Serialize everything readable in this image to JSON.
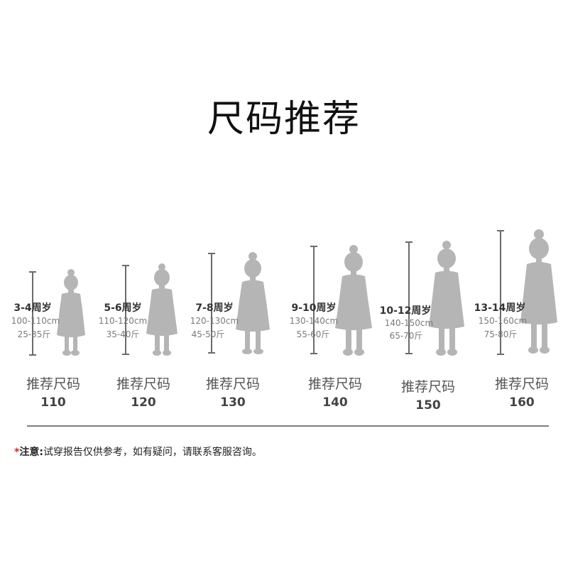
{
  "title": "尺码推荐",
  "recommend_label": "推荐尺码",
  "columns": [
    {
      "age": "3-4周岁",
      "height": "100-110cm",
      "weight": "25-35斤",
      "size": "110"
    },
    {
      "age": "5-6周岁",
      "height": "110-120cm",
      "weight": "35-40斤",
      "size": "120"
    },
    {
      "age": "7-8周岁",
      "height": "120-130cm",
      "weight": "45-50斤",
      "size": "130"
    },
    {
      "age": "9-10周岁",
      "height": "130-140cm",
      "weight": "55-60斤",
      "size": "140"
    },
    {
      "age": "10-12周岁",
      "height": "140-150cm",
      "weight": "65-70斤",
      "size": "150"
    },
    {
      "age": "13-14周岁",
      "height": "150-160cm",
      "weight": "75-80斤",
      "size": "160"
    }
  ],
  "note": {
    "star": "*",
    "head": "注意:",
    "text": "试穿报告仅供参考，如有疑问，请联系客服咨询。"
  },
  "colors": {
    "silhouette": "#b5b5b5",
    "ruler": "#6b6b6b",
    "note_star": "#e02020"
  },
  "icons": {
    "figure": "child-silhouette-icon",
    "ruler": "height-ruler-icon"
  }
}
